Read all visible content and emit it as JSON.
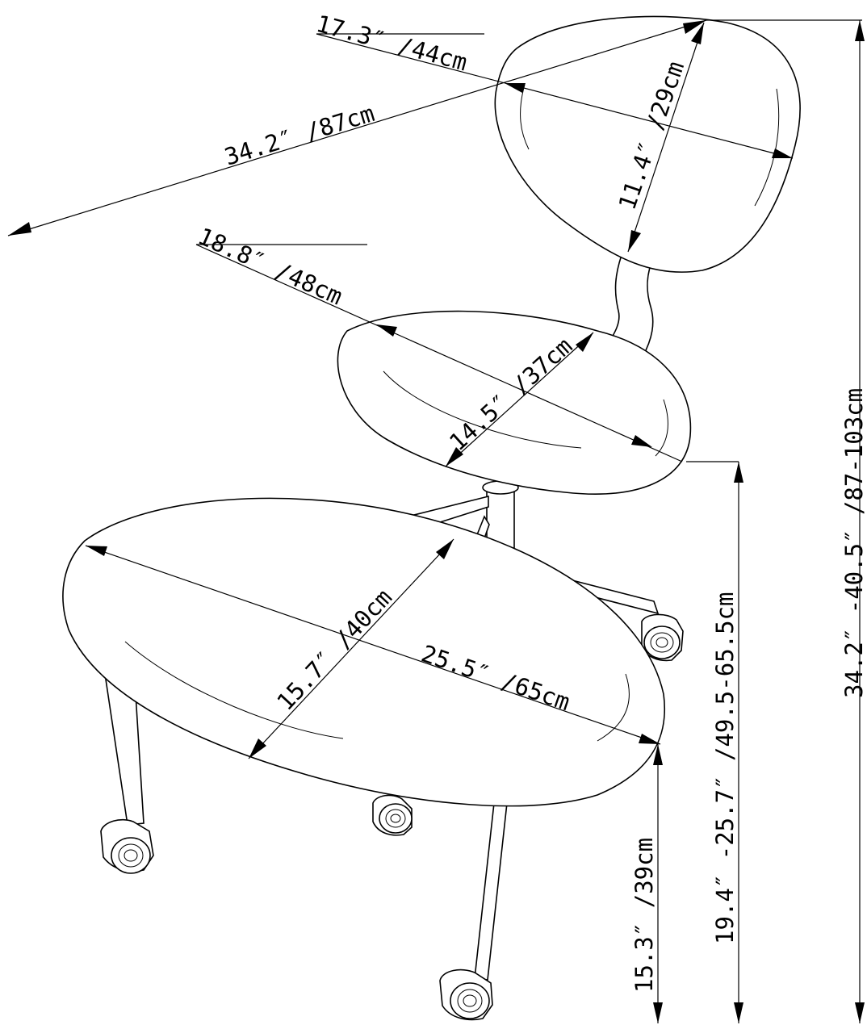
{
  "labels": {
    "back_width": "17.3″ /44cm",
    "back_height": "11.4″ /29cm",
    "chair_span": "34.2″ /87cm",
    "seat_width": "18.8″ /48cm",
    "seat_depth": "14.5″ /37cm",
    "knee_length": "25.5″ /65cm",
    "knee_width": "15.7″ /40cm",
    "knee_height": "15.3″ /39cm",
    "seat_height": "19.4″ -25.7″ /49.5-65.5cm",
    "total_height": "34.2″ -40.5″ /87-103cm"
  }
}
